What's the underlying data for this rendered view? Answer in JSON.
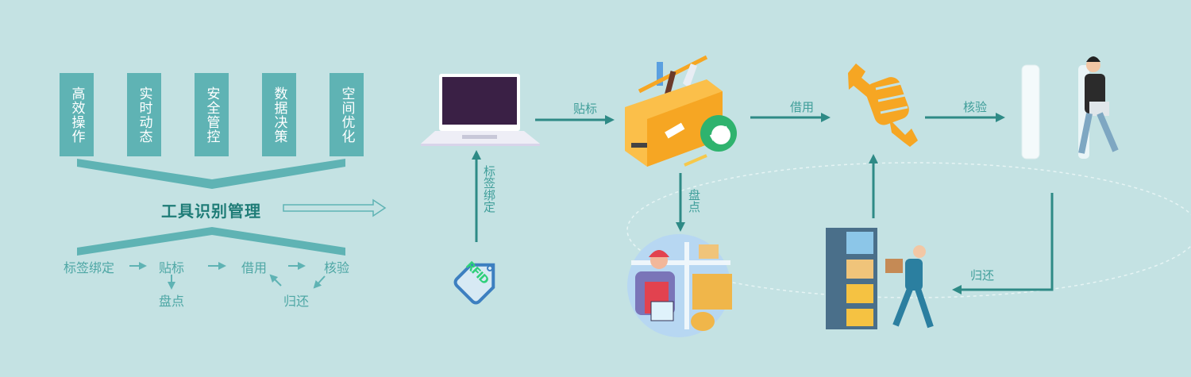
{
  "benefits": [
    "高效操作",
    "实时动态",
    "安全管控",
    "数据决策",
    "空间优化"
  ],
  "center_title": "工具识别管理",
  "flow_summary": {
    "step1": "标签绑定",
    "step2": "贴标",
    "step3": "借用",
    "step4": "核验",
    "branch_inventory": "盘点",
    "branch_return": "归还"
  },
  "process": {
    "tag_bind": "标签绑定",
    "label": "贴标",
    "inventory": "盘点",
    "borrow": "借用",
    "verify": "核验",
    "return": "归还",
    "rfid_tag_text": "RFID"
  },
  "colors": {
    "background": "#c4e2e3",
    "box": "#5fb3b4",
    "arrow": "#2e8a86",
    "title": "#1f7c77"
  }
}
